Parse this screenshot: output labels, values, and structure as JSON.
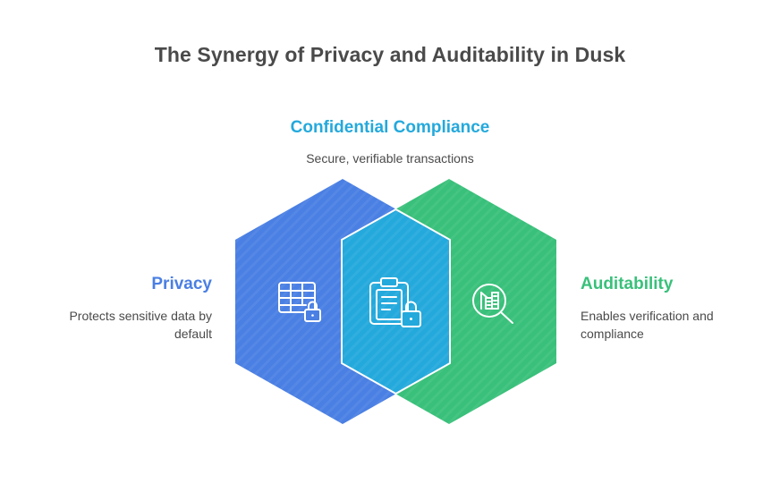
{
  "title": "The Synergy of Privacy and Auditability in Dusk",
  "colors": {
    "privacy": "#4a7fe3",
    "auditability": "#39c07a",
    "confidential": "#24a9dc",
    "text": "#4a4a4a"
  },
  "nodes": {
    "confidential": {
      "heading": "Confidential Compliance",
      "description": "Secure, verifiable transactions",
      "icon": "clipboard-lock-icon"
    },
    "privacy": {
      "heading": "Privacy",
      "description": "Protects sensitive data by default",
      "icon": "table-lock-icon"
    },
    "auditability": {
      "heading": "Auditability",
      "description": "Enables verification and compliance",
      "icon": "magnifier-chart-icon"
    }
  }
}
